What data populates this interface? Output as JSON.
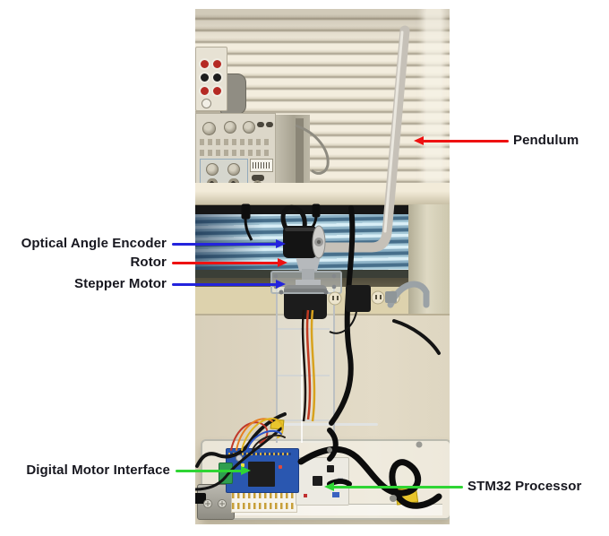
{
  "label_text_color": "#17171f",
  "labels": {
    "pendulum": {
      "text": "Pendulum",
      "arrow_color": "#ee1111"
    },
    "optical_angle_encoder": {
      "text": "Optical Angle Encoder",
      "arrow_color": "#2323dd"
    },
    "rotor": {
      "text": "Rotor",
      "arrow_color": "#ee1111"
    },
    "stepper_motor": {
      "text": "Stepper Motor",
      "arrow_color": "#2323dd"
    },
    "digital_motor_interface": {
      "text": "Digital Motor Interface",
      "arrow_color": "#2fd534"
    },
    "stm32_processor": {
      "text": "STM32 Processor",
      "arrow_color": "#2fd534"
    }
  }
}
